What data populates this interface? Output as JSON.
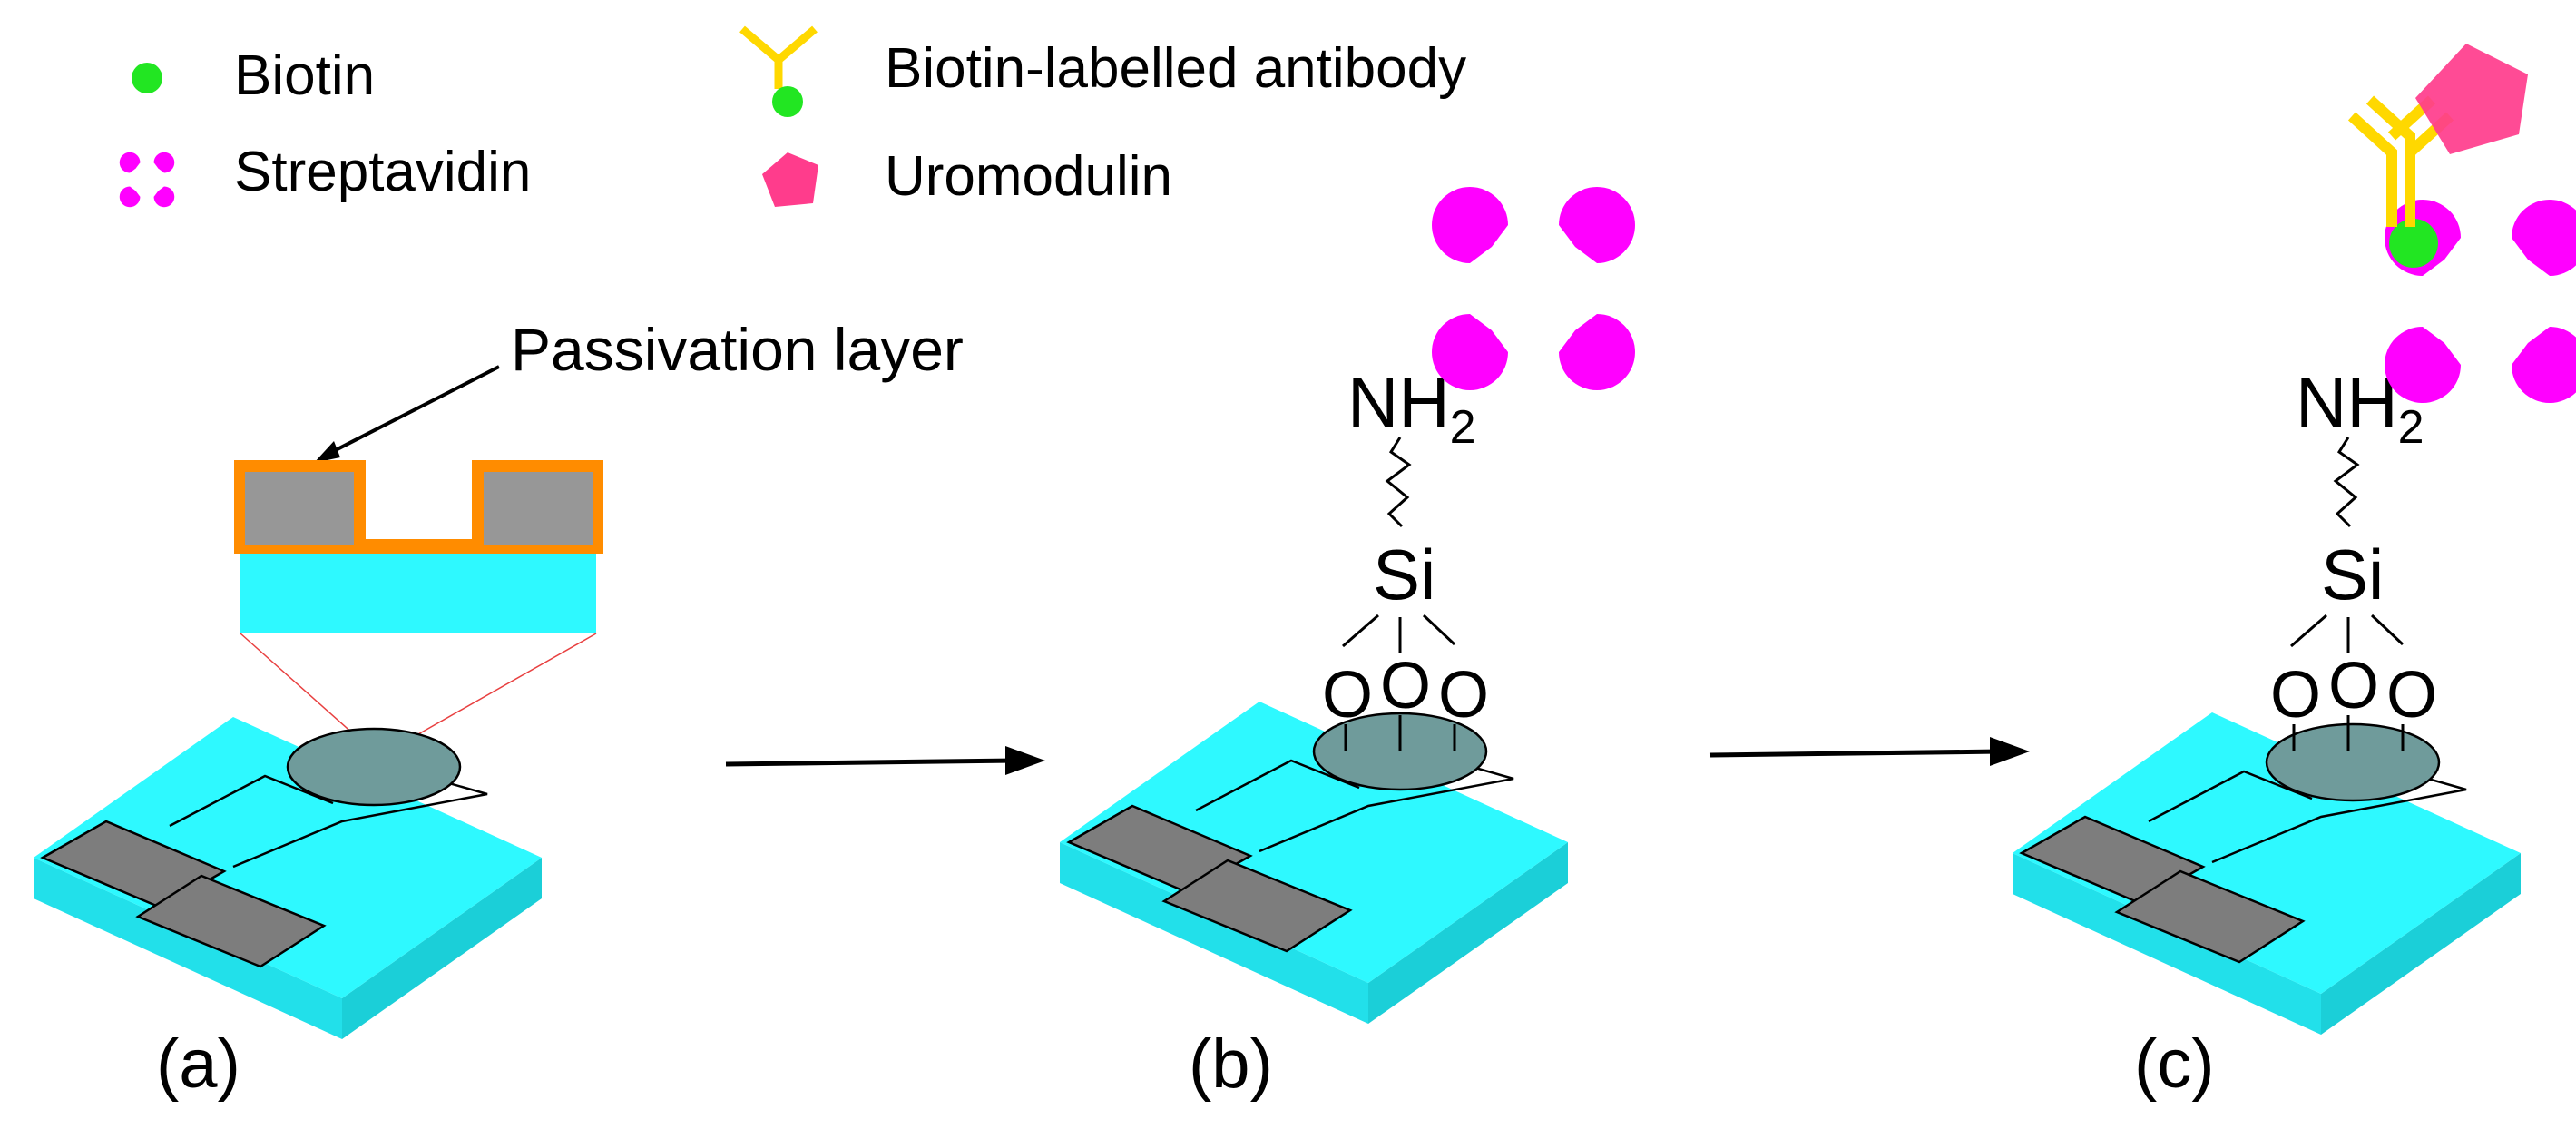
{
  "legend": {
    "items": [
      {
        "label": "Biotin",
        "icon": "biotin-icon"
      },
      {
        "label": "Streptavidin",
        "icon": "streptavidin-icon"
      },
      {
        "label": "Biotin-labelled antibody",
        "icon": "antibody-icon"
      },
      {
        "label": "Uromodulin",
        "icon": "uromodulin-icon"
      }
    ]
  },
  "callout": {
    "label": "Passivation layer"
  },
  "chemistry": {
    "amine": "NH",
    "amine_subscript": "2",
    "silicon": "Si",
    "oxygen": "O"
  },
  "panels": [
    {
      "label": "(a)"
    },
    {
      "label": "(b)"
    },
    {
      "label": "(c)"
    }
  ],
  "colors": {
    "biotin": "#22e622",
    "streptavidin": "#ff00ff",
    "antibody": "#ffd800",
    "uromodulin": "#ff3c8c",
    "substrate": "#2ef9ff",
    "passivation": "#ff8c00",
    "electrode": "#7d7d7d",
    "sensing_area": "#6f9b9b"
  }
}
